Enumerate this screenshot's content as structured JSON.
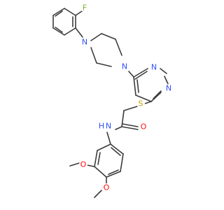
{
  "molecule": {
    "atom_labels": {
      "fluorine": "F",
      "piperazine_n_top": "N",
      "piperazine_n_bottom": "N",
      "pyrimidine_n_upper": "N",
      "pyrimidine_n_lower": "N",
      "thioether_s": "S",
      "carbonyl_o": "O",
      "amide_n": "N",
      "amide_h": "H",
      "methoxy_o_upper": "O",
      "methoxy_o_lower": "O"
    },
    "colors": {
      "bond": "#3c3c3c",
      "carbon_text": "#3c3c3c",
      "nitrogen": "#3050f8",
      "oxygen": "#ff0d0d",
      "sulfur": "#c8a000",
      "fluorine": "#7fb030"
    }
  }
}
